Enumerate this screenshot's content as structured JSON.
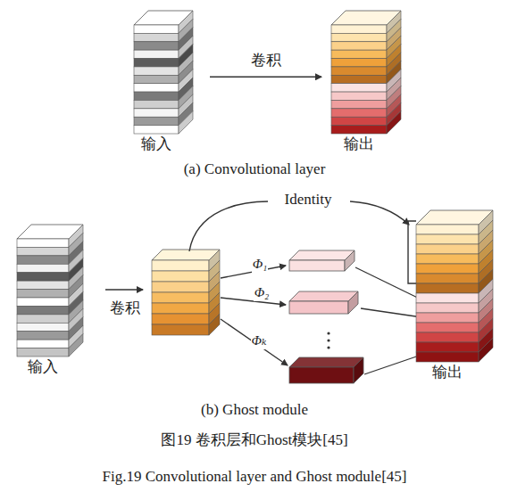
{
  "diagram": {
    "caption": "图19 卷积层和Ghost模块[45]",
    "nodes": [
      {
        "text": [
          "输入"
        ]
      },
      {
        "text": [
          "输出"
        ]
      },
      {
        "text": [
          "输入"
        ]
      },
      {
        "text": [
          "输出"
        ]
      }
    ],
    "edges": [
      {
        "from": 0,
        "to": 1,
        "arrow": "to",
        "label": "卷积"
      }
    ],
    "labels": [
      "(a) Convolutional layer",
      "卷积",
      "Identity",
      "Φ₁",
      "Φ₂",
      "Φₖ",
      "(b) Ghost module",
      "Fig.19 Convolutional layer and Ghost module[45]"
    ]
  }
}
